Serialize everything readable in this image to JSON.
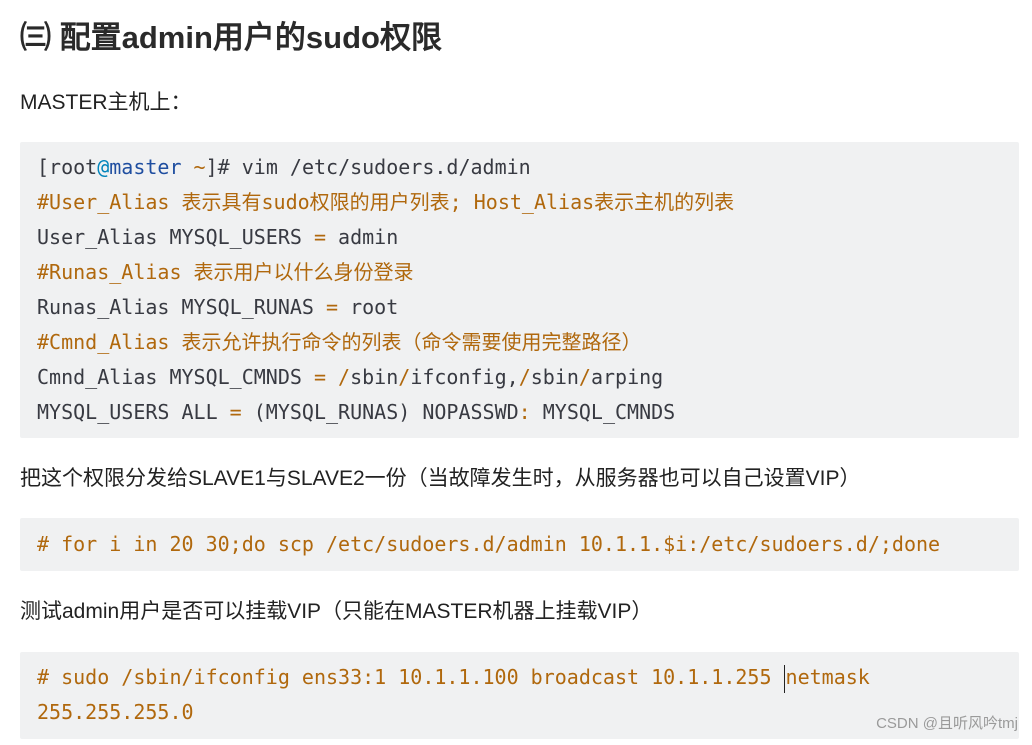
{
  "section_title": "㈢ 配置admin用户的sudo权限",
  "intro_text": "MASTER主机上：",
  "code_block_1": {
    "prompt_open": "[root",
    "prompt_at": "@",
    "prompt_host": "master",
    "prompt_dir": " ~",
    "prompt_close": "]# ",
    "command": "vim /etc/sudoers.d/admin",
    "line_2_comment": "#User_Alias  表示具有sudo权限的用户列表; Host_Alias表示主机的列表",
    "line_3_a": "User_Alias MYSQL_USERS ",
    "line_3_eq": "=",
    "line_3_b": " admin",
    "line_4_comment": "#Runas_Alias  表示用户以什么身份登录",
    "line_5_a": "Runas_Alias MYSQL_RUNAS ",
    "line_5_eq": "=",
    "line_5_b": " root",
    "line_6_comment": "#Cmnd_Alias  表示允许执行命令的列表（命令需要使用完整路径）",
    "line_7_a": "Cmnd_Alias MYSQL_CMNDS ",
    "line_7_eq": "=",
    "line_7_s1": " /",
    "line_7_p1": "sbin",
    "line_7_s2": "/",
    "line_7_p2": "ifconfig,",
    "line_7_s3": "/",
    "line_7_p3": "sbin",
    "line_7_s4": "/",
    "line_7_p4": "arping",
    "line_8_a": "MYSQL_USERS ALL ",
    "line_8_eq": "=",
    "line_8_b": " (MYSQL_RUNAS) NOPASSWD",
    "line_8_colon": ":",
    "line_8_c": " MYSQL_CMNDS"
  },
  "distribute_text": "把这个权限分发给SLAVE1与SLAVE2一份（当故障发生时，从服务器也可以自己设置VIP）",
  "code_block_2": {
    "line_1": "# for i in 20 30;do scp /etc/sudoers.d/admin 10.1.1.$i:/etc/sudoers.d/;done"
  },
  "test_text": "测试admin用户是否可以挂载VIP（只能在MASTER机器上挂载VIP）",
  "code_block_3": {
    "line_1_a": "# sudo /sbin/ifconfig ens33:1 10.1.1.100 broadcast 10.1.1.255 ",
    "line_1_b": "netmask",
    "line_2": "255.255.255.0"
  },
  "watermark": "CSDN @且听风吟tmj"
}
